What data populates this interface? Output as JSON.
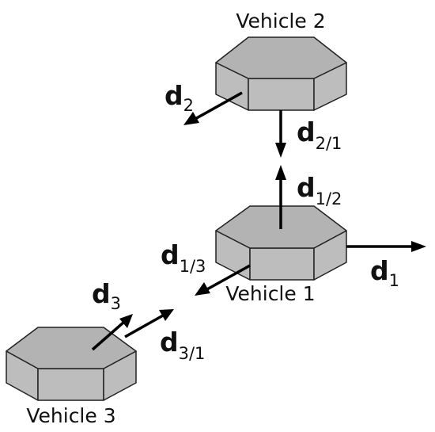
{
  "vehicles": {
    "v1": {
      "label": "Vehicle 1"
    },
    "v2": {
      "label": "Vehicle 2"
    },
    "v3": {
      "label": "Vehicle 3"
    }
  },
  "vectors": {
    "d1": {
      "base": "d",
      "sub": "1"
    },
    "d2": {
      "base": "d",
      "sub": "2"
    },
    "d3": {
      "base": "d",
      "sub": "3"
    },
    "d21": {
      "base": "d",
      "sub": "2/1"
    },
    "d12": {
      "base": "d",
      "sub": "1/2"
    },
    "d13": {
      "base": "d",
      "sub": "1/3"
    },
    "d31": {
      "base": "d",
      "sub": "3/1"
    }
  },
  "colors": {
    "top_face": "#b3b3b3",
    "side_face": "#bdbdbd",
    "outline": "#222222",
    "arrow": "#000000"
  }
}
